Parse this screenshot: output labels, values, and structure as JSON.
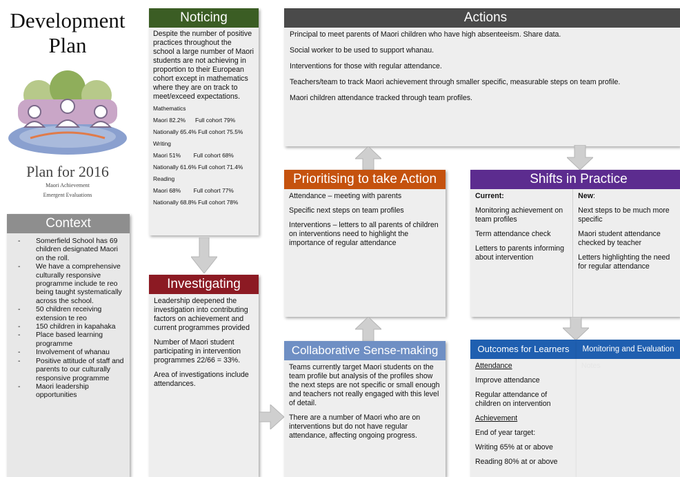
{
  "title_block": {
    "title_line1": "Development",
    "title_line2": "Plan",
    "plan_year": "Plan for 2016",
    "sub1": "Maori Achievement",
    "sub2": "Emergent Evaluations"
  },
  "context": {
    "heading": "Context",
    "items": [
      "Somerfield School has 69 children designated Maori on the roll.",
      "We have a comprehensive culturally responsive programme include te reo being taught systematically across the school.",
      "50 children receiving extension te reo",
      "150 children in kapahaka",
      "Place based learning programme",
      "Involvement of whanau",
      "Positive attitude of staff and parents to our culturally responsive programme",
      "Maori leadership opportunities"
    ]
  },
  "noticing": {
    "heading": "Noticing",
    "intro": "Despite the number of positive practices throughout the school a large number of Maori students are not achieving in proportion to their European cohort except in mathematics where they are on track to meet/exceed expectations.",
    "lines": [
      "Mathematics",
      "Maori 82.2%      Full cohort 79%",
      "Nationally 65.4% Full cohort 75.5%",
      "Writing",
      "Maori 51%        Full cohort 68%",
      "Nationally 61.6% Full cohort 71.4%",
      "Reading",
      "Maori 68%        Full cohort 77%",
      "Nationally 68.8% Full cohort 78%"
    ]
  },
  "investigating": {
    "heading": "Investigating",
    "paras": [
      "Leadership deepened the investigation into contributing factors on achievement and current programmes provided",
      "Number of Maori student participating in intervention programmes 22/66 = 33%.",
      "Area of investigations include attendances."
    ]
  },
  "actions": {
    "heading": "Actions",
    "paras": [
      "Principal to meet parents of Maori children who have high absenteeism.  Share data.",
      "Social worker to be used to support whanau.",
      "Interventions for those with regular attendance.",
      "Teachers/team to track Maori achievement through smaller specific, measurable steps on team profile.",
      "Maori children attendance tracked through team profiles."
    ]
  },
  "prioritising": {
    "heading": "Prioritising to take Action",
    "paras": [
      "Attendance – meeting with parents",
      "Specific next steps on team profiles",
      "Interventions – letters to all parents of children on interventions need to highlight the importance of regular attendance"
    ]
  },
  "shifts": {
    "heading": "Shifts in Practice",
    "current_label": "Current",
    "current": [
      "Monitoring achievement on team profiles",
      "Term attendance check",
      "Letters to parents informing about intervention"
    ],
    "new_label": "New",
    "new": [
      "Next steps to be much more specific",
      "Maori student attendance checked by teacher",
      "Letters highlighting the need for regular attendance"
    ]
  },
  "collab": {
    "heading": "Collaborative Sense-making",
    "paras": [
      "Teams currently target Maori students on the team profile but analysis of the profiles show the next steps are not specific or small enough and teachers not really engaged with this level of detail.",
      "There are a number of Maori who are on interventions but do not have regular attendance, affecting ongoing progress."
    ]
  },
  "outcomes": {
    "heading": "Outcomes for Learners",
    "lines": [
      {
        "text": "Attendance",
        "underline": true
      },
      {
        "text": "Improve attendance",
        "underline": false
      },
      {
        "text": "Regular attendance of children on intervention",
        "underline": false
      },
      {
        "text": "Achievement",
        "underline": true
      },
      {
        "text": "End of year target:",
        "underline": false
      },
      {
        "text": "Writing 65% at or above",
        "underline": false
      },
      {
        "text": "Reading 80% at or above",
        "underline": false
      }
    ]
  },
  "monitoring": {
    "heading": "Monitoring and Evaluation",
    "placeholder": "Notes"
  },
  "colors": {
    "noticing": "#3b5d24",
    "investigating": "#8c1a23",
    "actions": "#4a4a4a",
    "prioritising": "#c5520e",
    "shifts": "#5c2c8f",
    "collab": "#6f8fc4",
    "outcomes": "#1f5fb0",
    "context": "#8e8e8e"
  }
}
